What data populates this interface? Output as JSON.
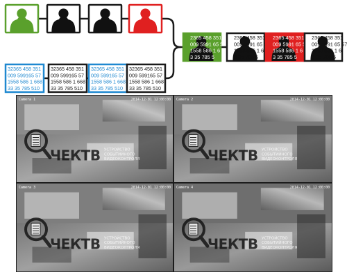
{
  "diagram": {
    "person_boxes": [
      {
        "icon": "person-silhouette-icon",
        "color": "#5aa02c",
        "fill": "#5aa02c",
        "bg": "#ffffff"
      },
      {
        "icon": "person-silhouette-icon",
        "color": "#1a1a1a",
        "fill": "#111111",
        "bg": "#ffffff"
      },
      {
        "icon": "person-silhouette-icon",
        "color": "#1a1a1a",
        "fill": "#111111",
        "bg": "#ffffff"
      },
      {
        "icon": "person-silhouette-icon",
        "color": "#e02020",
        "fill": "#e02020",
        "bg": "#ffffff"
      }
    ],
    "number_lines": [
      "32365  458 351",
      "009 599165 57",
      "1558 586 1 668",
      "33 35 785 510"
    ],
    "number_boxes": [
      {
        "color": "#1e88d0"
      },
      {
        "color": "#1a1a1a"
      },
      {
        "color": "#1e88d0"
      },
      {
        "color": "#1a1a1a"
      }
    ],
    "overlay_lines": [
      "2365  458 351",
      "009 5991 65 57",
      "1558 586 1 6",
      "3 35 785 5"
    ],
    "combined_boxes": [
      {
        "color": "#5aa02c",
        "bg": "#5aa02c",
        "icon": "person-with-numbers-icon"
      },
      {
        "color": "#1a1a1a",
        "bg": "#ffffff",
        "icon": "person-with-numbers-icon"
      },
      {
        "color": "#e02020",
        "bg": "#e02020",
        "icon": "person-with-numbers-icon"
      },
      {
        "color": "#1a1a1a",
        "bg": "#ffffff",
        "icon": "person-with-numbers-icon"
      }
    ],
    "connector_color": "#1a1a1a"
  },
  "cameras": {
    "brand": "ЧЕКТВ",
    "tagline": [
      "УСТРОЙСТВО",
      "СОБЫТИЙНОГО",
      "ВИДЕОКОНТРОЛЯ"
    ],
    "feeds": [
      {
        "label": "Camera 1",
        "timestamp": "2014-12-01 12:00:00"
      },
      {
        "label": "Camera 2",
        "timestamp": "2014-12-01 12:00:00"
      },
      {
        "label": "Camera 3",
        "timestamp": "2014-12-01 12:00:00"
      },
      {
        "label": "Camera 4",
        "timestamp": "2014-12-01 12:00:00"
      }
    ]
  }
}
